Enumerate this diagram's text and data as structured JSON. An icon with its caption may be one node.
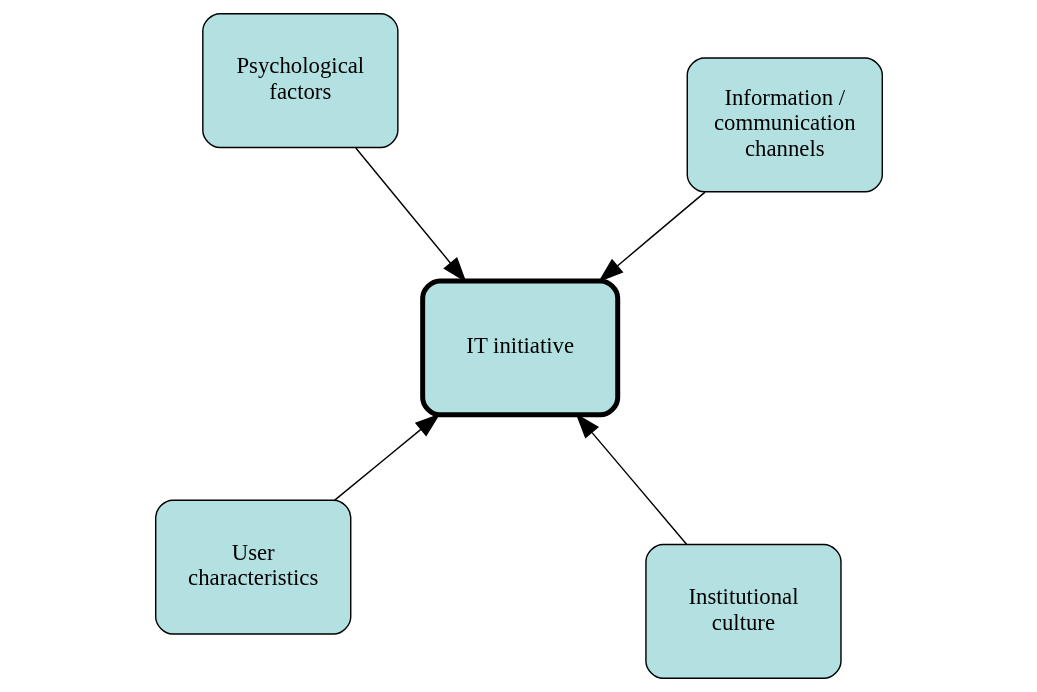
{
  "diagram": {
    "nodes": [
      {
        "text": [
          "User characteristics"
        ]
      },
      {
        "text": [
          "Institutional culture"
        ]
      },
      {
        "text": [
          "IT initiative"
        ]
      },
      {
        "text": [
          "Psychological factors"
        ]
      },
      {
        "text": [
          "Information / communication channels"
        ]
      }
    ],
    "edges": [
      {
        "from": 0,
        "to": 2,
        "arrow": "to"
      },
      {
        "from": 1,
        "to": 2,
        "arrow": "to"
      },
      {
        "from": 3,
        "to": 2,
        "arrow": "to"
      },
      {
        "from": 4,
        "to": 2,
        "arrow": "to"
      }
    ]
  }
}
